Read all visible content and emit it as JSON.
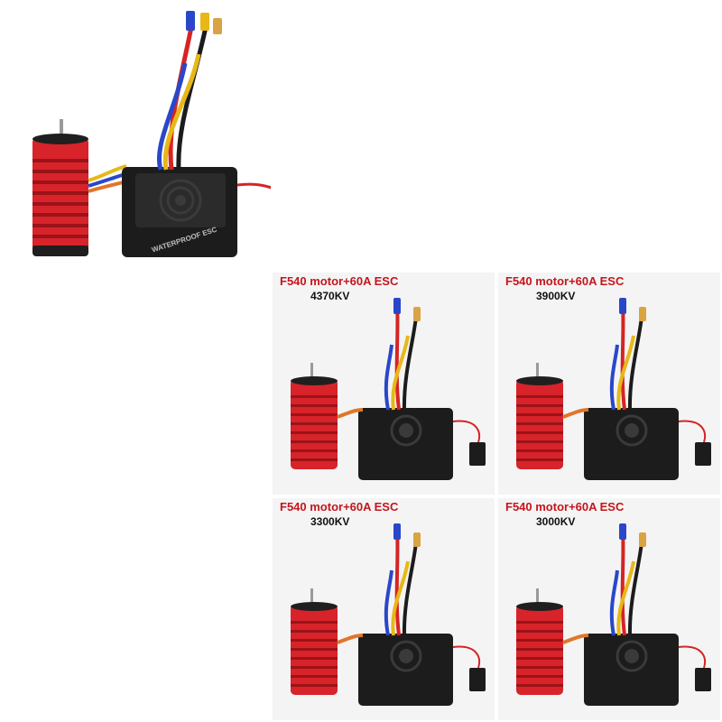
{
  "hero": {
    "esc_label": "WATERPROOF ESC"
  },
  "tiles": [
    {
      "caption": "F540 motor+60A ESC",
      "kv": "4370KV"
    },
    {
      "caption": "F540 motor+60A ESC",
      "kv": "3900KV"
    },
    {
      "caption": "F540 motor+60A ESC",
      "kv": "3300KV"
    },
    {
      "caption": "F540 motor+60A ESC",
      "kv": "3000KV"
    }
  ],
  "colors": {
    "caption_red": "#c4161c",
    "motor_red": "#d8232a",
    "esc_black": "#1c1c1c",
    "wire_red": "#d62424",
    "wire_blue": "#2a47c9",
    "wire_yellow": "#e7b817",
    "wire_orange": "#e0762a",
    "connector_gold": "#d9a441"
  }
}
